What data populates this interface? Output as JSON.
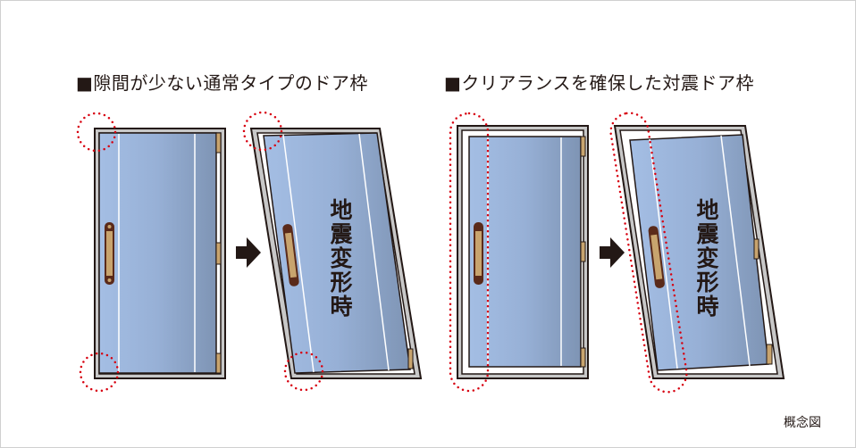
{
  "titles": {
    "normal": "■隙間が少ない通常タイプのドア枠",
    "seismic": "■クリアランスを確保した対震ドア枠"
  },
  "deform_label": [
    "地",
    "震",
    "変",
    "形",
    "時"
  ],
  "note": "概念図",
  "colors": {
    "door": "#9db6dc",
    "door_dark": "#7f95b5",
    "frame": "#b8b8b8",
    "outline": "#231815",
    "hinge": "#c8a46e",
    "dots": "#d7000f"
  }
}
